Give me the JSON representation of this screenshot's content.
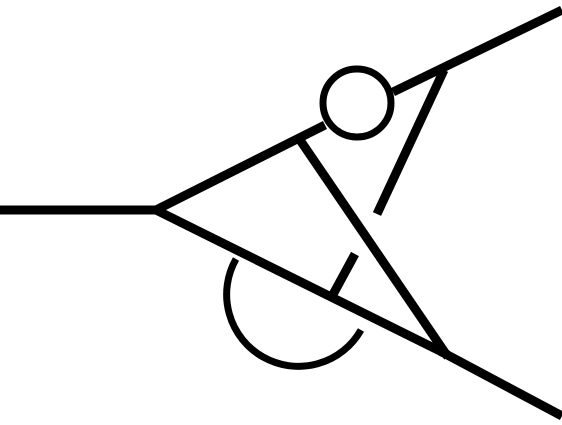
{
  "diagram": {
    "type": "line-drawing",
    "colors": {
      "ink": "#000000",
      "background": "#ffffff"
    },
    "elements": [
      "left-lead",
      "upper-arm",
      "lower-arm",
      "upper-right-lead",
      "lower-right-lead",
      "top-circle",
      "lower-semicircle",
      "diagonal-crossbar",
      "dashed-segment-upper",
      "dashed-segment-lower"
    ]
  }
}
